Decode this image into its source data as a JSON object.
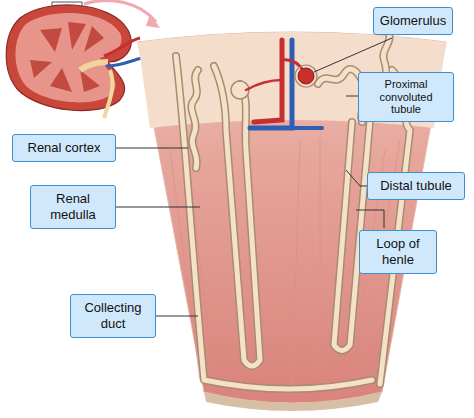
{
  "diagram": {
    "nodes": [
      {
        "text": [
          "Glomerulus"
        ]
      },
      {
        "text": [
          "Proximal convoluted tubule"
        ]
      },
      {
        "text": [
          "Renal cortex"
        ]
      },
      {
        "text": [
          "Distal tubule"
        ]
      },
      {
        "text": [
          "Renal medulla"
        ]
      },
      {
        "text": [
          "Loop of henle"
        ]
      },
      {
        "text": [
          "Collecting duct"
        ]
      }
    ]
  }
}
